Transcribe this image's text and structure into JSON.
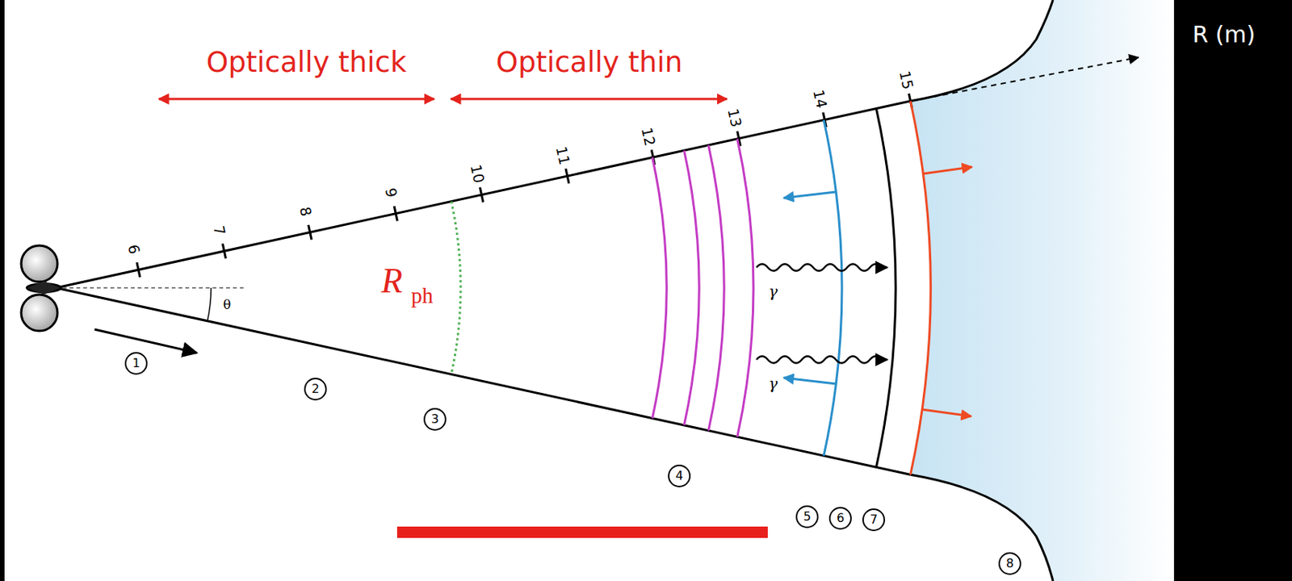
{
  "diagram": {
    "labels": [
      "Optically thick",
      "Optically thin",
      "R (m)",
      "6",
      "7",
      "8",
      "9",
      "10",
      "11",
      "12",
      "13",
      "14",
      "15",
      "θ",
      "R",
      "ph",
      "γ",
      "γ",
      "1",
      "2",
      "3",
      "4",
      "5",
      "6",
      "7",
      "8"
    ]
  }
}
